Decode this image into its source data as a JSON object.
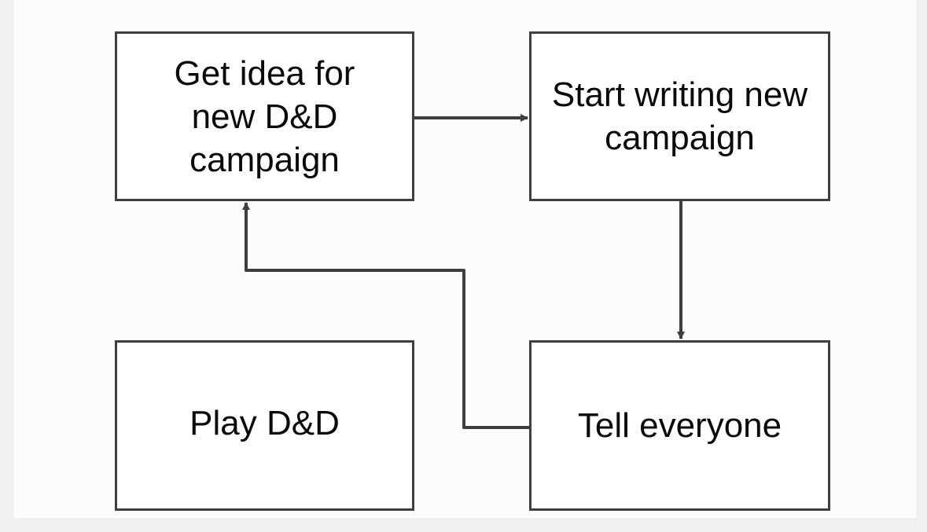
{
  "diagram": {
    "nodes": {
      "get_idea": "Get idea for new D&D campaign",
      "start_writing": "Start writing new campaign",
      "tell_everyone": "Tell everyone",
      "play": "Play D&D"
    },
    "edges": [
      {
        "from": "get_idea",
        "to": "start_writing"
      },
      {
        "from": "start_writing",
        "to": "tell_everyone"
      },
      {
        "from": "tell_everyone",
        "to": "get_idea"
      }
    ],
    "colors": {
      "line": "#3f3f3f",
      "box_fill": "#ffffff",
      "text": "#0a0a0a"
    }
  }
}
